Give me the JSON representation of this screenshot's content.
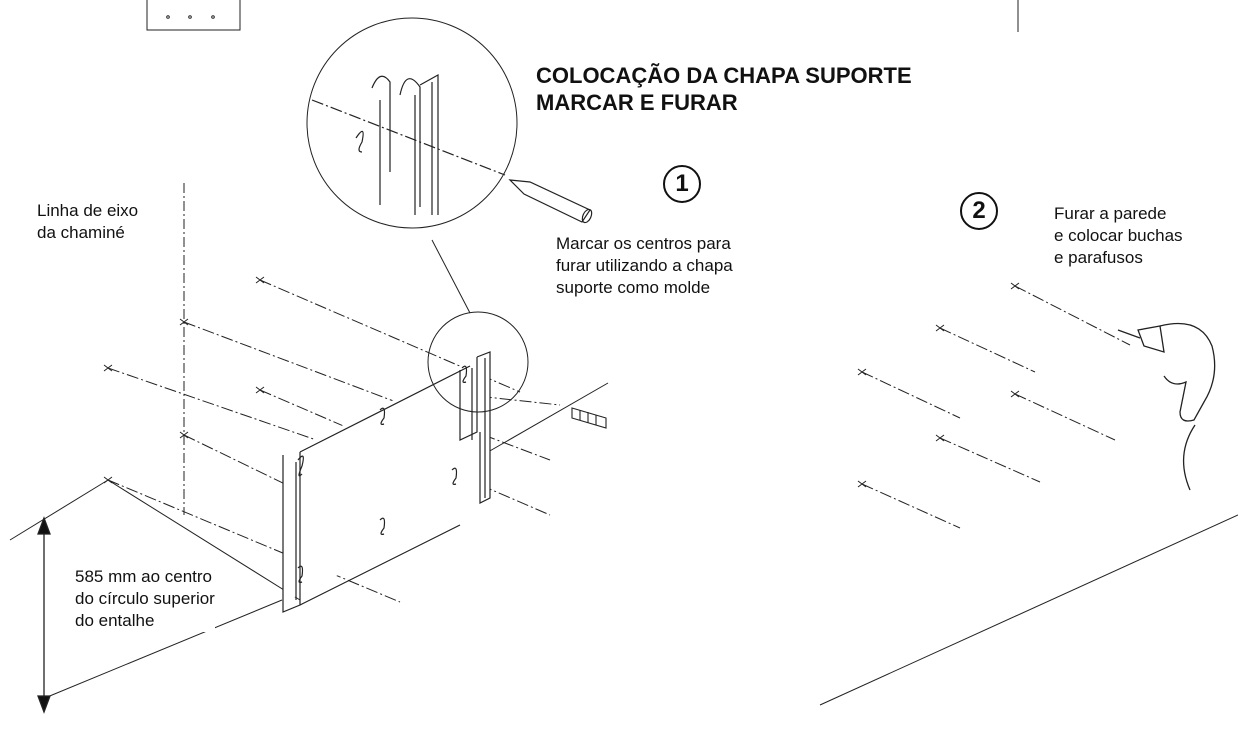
{
  "title": {
    "line1": "COLOCAÇÃO DA CHAPA SUPORTE",
    "line2": "MARCAR E FURAR"
  },
  "steps": [
    {
      "number": "1",
      "lines": [
        "Marcar os centros para",
        "furar utilizando a chapa",
        "suporte como molde"
      ]
    },
    {
      "number": "2",
      "lines": [
        "Furar a parede",
        "e colocar buchas",
        "e parafusos"
      ]
    }
  ],
  "axis_label": {
    "lines": [
      "Linha de eixo",
      "da chaminé"
    ]
  },
  "dimension_label": {
    "lines": [
      "585 mm ao centro",
      "do círculo superior",
      "do entalhe"
    ]
  },
  "icons": [
    "pencil-icon",
    "drill-icon",
    "wall-plug-icon",
    "magnifier-circle-icon",
    "dimension-arrow-icon"
  ]
}
